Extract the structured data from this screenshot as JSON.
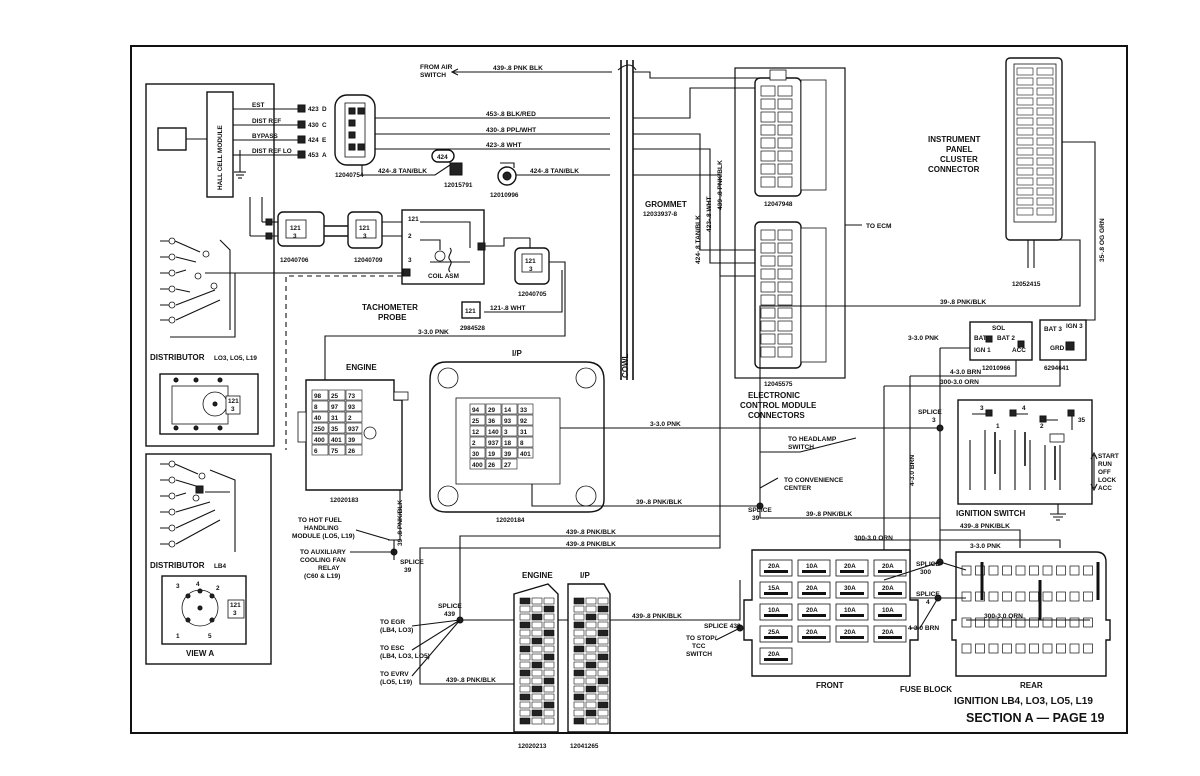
{
  "page": {
    "title": "IGNITION LB4, LO3, LO5, L19",
    "section": "SECTION A — PAGE 19"
  },
  "distributor_lo3": {
    "module": "HALL CELL MODULE",
    "labels": [
      "DISTRIBUTOR",
      "LO3, LO5, L19"
    ],
    "terminals": [
      {
        "name": "EST",
        "circuit": "423",
        "letter": "D"
      },
      {
        "name": "DIST REF",
        "circuit": "430",
        "letter": "C"
      },
      {
        "name": "BYPASS",
        "circuit": "424",
        "letter": "E"
      },
      {
        "name": "DIST REF LO",
        "circuit": "453",
        "letter": "A"
      }
    ],
    "cap_pins": [
      "121",
      "3"
    ]
  },
  "distributor_lb4": {
    "labels": [
      "DISTRIBUTOR",
      "LB4"
    ],
    "view": "VIEW A",
    "pins": [
      "3",
      "4",
      "2",
      "1",
      "5",
      "121",
      "3"
    ]
  },
  "connectors": {
    "c_12040754": "12040754",
    "c_12015791": "12015791",
    "c_424": "424",
    "c_12010996": "12010996",
    "c_12040706": "12040706",
    "c_12040709": "12040709",
    "c_12040705": "12040705",
    "c_2984528": "2984528",
    "c_12020183": "12020183",
    "c_12020184": "12020184",
    "c_12020213": "12020213",
    "c_12041265": "12041265",
    "c_12047948": "12047948",
    "c_12045575": "12045575",
    "c_12052415": "12052415",
    "c_12010966": "12010966",
    "c_6294641": "6294641",
    "pin_121": "121",
    "pin_3": "3",
    "coil_pin_121": "121",
    "coil_pin_2": "2",
    "coil_pin_3": "3"
  },
  "coil": {
    "label": "COIL ASM"
  },
  "tach": {
    "labels": [
      "TACHOMETER",
      "PROBE"
    ]
  },
  "wires": {
    "w439_air": "439-.8 PNK BLK",
    "from_air": [
      "FROM AIR",
      "SWITCH"
    ],
    "w453": "453-.8 BLK/RED",
    "w430": "430-.8 PPL/WHT",
    "w423": "423-.8 WHT",
    "w424a": "424-.8 TAN/BLK",
    "w424b": "424-.8 TAN/BLK",
    "w121": "121-.8 WHT",
    "w3_pnk_engine": "3-3.0 PNK",
    "w3_pnk_ip": "3-3.0 PNK",
    "w3_pnk_right": "3-3.0 PNK",
    "w3_pnk_fuse": "3-3.0 PNK",
    "w39_ip": "39-.8 PNK/BLK",
    "w39_engine": "39-.8 PNK/BLK",
    "w39_top": "39-.8 PNK/BLK",
    "w39_lower": "39-.8 PNK/BLK",
    "w439_a": "439-.8 PNK/BLK",
    "w439_b": "439-.8 PNK/BLK",
    "w439_c": "439-.8 PNK/BLK",
    "w439_fuse": "439-.8 PNK/BLK",
    "w439_d": "439-.8 PNK/BLK",
    "w35": "35-.8 OG GRN",
    "w4_brn_a": "4-3.0 BRN",
    "w4_brn_v": "4-3.0 BRN",
    "w4_brn_b": "4-3.0 BRN",
    "w300_a": "300-3.0 ORN",
    "w300_b": "300-3.0 ORN",
    "w300_c": "300-3.0 ORN",
    "v424": "424-.8 TAN/BLK",
    "v423": "423-.8 WHT",
    "v439": "439-.8 PNK/BLK"
  },
  "grommet": {
    "label": "GROMMET",
    "part": "12033937-8"
  },
  "cowl": "COWL",
  "engine_block": {
    "label": "ENGINE"
  },
  "ip_block": {
    "label": "I/P"
  },
  "ecm": {
    "labels": [
      "ELECTRONIC",
      "CONTROL MODULE",
      "CONNECTORS"
    ],
    "to_ecm": "TO ECM"
  },
  "ipc": {
    "labels": [
      "INSTRUMENT",
      "PANEL",
      "CLUSTER",
      "CONNECTOR"
    ]
  },
  "relay": {
    "sol": "SOL",
    "bat1": "BAT 1",
    "bat2": "BAT 2",
    "ign1": "IGN 1",
    "acc": "ACC",
    "bat3": "BAT 3",
    "ign3": "IGN 3",
    "grd": "GRD"
  },
  "ign_switch": {
    "label": "IGNITION SWITCH",
    "positions": [
      "START",
      "RUN",
      "OFF",
      "LOCK",
      "ACC"
    ]
  },
  "targets": {
    "hot_fuel": [
      "TO HOT FUEL",
      "HANDLING",
      "MODULE (LO5, L19)"
    ],
    "aux_fan": [
      "TO AUXILIARY",
      "COOLING FAN",
      "RELAY",
      "(C60 & L19)"
    ],
    "headlamp": [
      "TO HEADLAMP",
      "SWITCH"
    ],
    "convenience": [
      "TO CONVENIENCE",
      "CENTER"
    ],
    "egr": [
      "TO EGR",
      "(LB4, LO3)"
    ],
    "esc": [
      "TO ESC",
      "(LB4, LO3, LO5)"
    ],
    "evrv": [
      "TO EVRV",
      "(LO5, L19)"
    ],
    "stop": [
      "TO STOP/",
      "TCC",
      "SWITCH"
    ]
  },
  "splices": {
    "s39_left": [
      "SPLICE",
      "39"
    ],
    "s39_mid": [
      "SPLICE",
      "39"
    ],
    "s439_left": [
      "SPLICE",
      "439"
    ],
    "s439_mid": "SPLICE 439",
    "s3": [
      "SPLICE",
      "3"
    ],
    "s300": [
      "SPLICE",
      "300"
    ],
    "s4": [
      "SPLICE",
      "4"
    ]
  },
  "fuse_block": {
    "label": "FUSE BLOCK",
    "front": "FRONT",
    "rear": "REAR",
    "front_fuses": [
      [
        "20A",
        "10A",
        "20A",
        "20A"
      ],
      [
        "15A",
        "20A",
        "30A",
        "20A"
      ],
      [
        "10A",
        "20A",
        "10A",
        "10A"
      ],
      [
        "25A",
        "20A",
        "20A",
        "20A"
      ],
      [
        "20A"
      ]
    ]
  },
  "pins": {
    "ip_grid": [
      "94",
      "29",
      "14",
      "33",
      "25",
      "36",
      "93",
      "92",
      "12",
      "140",
      "3",
      "31",
      "2",
      "937",
      "18",
      "8",
      "30",
      "19",
      "39",
      "401",
      "400",
      "26",
      "27"
    ],
    "engine_grid": [
      "98",
      "25",
      "73",
      "8",
      "97",
      "93",
      "40",
      "31",
      "2",
      "250",
      "35",
      "937",
      "400",
      "401",
      "39",
      "6",
      "75",
      "26"
    ]
  }
}
